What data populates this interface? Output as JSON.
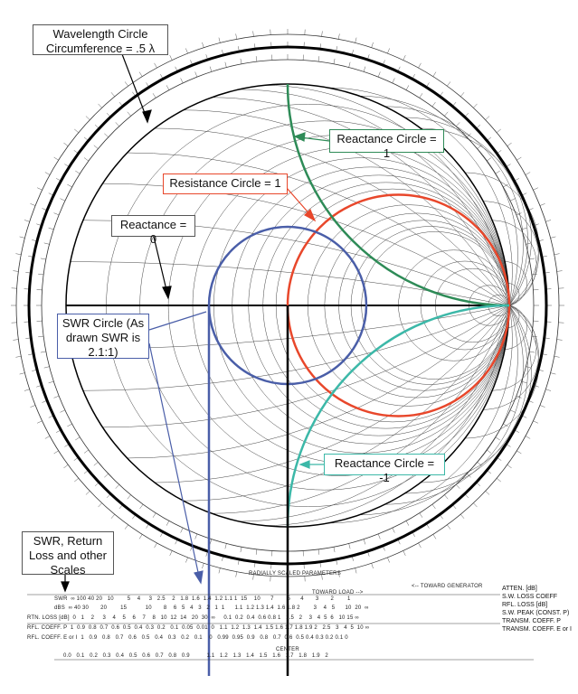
{
  "callouts": {
    "wavelength": "Wavelength Circle Circumference = .5 λ",
    "resistance": "Resistance Circle = 1",
    "reactance_zero": "Reactance = 0",
    "reactance_pos": "Reactance Circle = 1",
    "swr": "SWR Circle (As drawn SWR is 2.1:1)",
    "reactance_neg": "Reactance Circle = -1",
    "scales": "SWR, Return Loss and other Scales"
  },
  "colors": {
    "resistance": "#e8472b",
    "reactance_pos": "#2e8b57",
    "reactance_neg": "#3cb8a8",
    "swr": "#4a5ea8"
  },
  "swr_value": 2.1,
  "bottom": {
    "title": "RADIALLY SCALED PARAMETERS",
    "toward_load": "TOWARD LOAD -->",
    "toward_generator": "<-- TOWARD GENERATOR",
    "center": "CENTER",
    "rows": [
      "SWR  ∞ 100 40 20   10        5    4     3   2.5    2   1.8  1.6  1.4  1.2 1.1 1  15    10      7        5      4       3       2        1",
      "dBS  ∞ 40 30       20        15           10       8    6   5   4   3   2   1  1      1.1  1.2 1.3 1.4  1.6 1.8 2        3    4   5      10  20  ∞",
      "RTN. LOSS [dB]  0   1    2     3    4    5    6    7    8   10  12  14   20  30  ∞     0.1  0.2  0.4  0.6 0.8 1   1.5   2    3   4  5  6   10 15 ∞",
      "RFL. COEFF. P  1  0.9  0.8  0.7  0.6  0.5  0.4  0.3  0.2   0.1  0.05  0.01  0   1.1  1.2  1.3  1.4  1.5 1.6 1.7 1.8 1.9 2   2.5   3   4  5  10 ∞",
      "RFL. COEFF. E or I  1   0.9   0.8   0.7   0.6   0.5   0.4   0.3   0.2   0.1    0   0.99  0.95  0.9   0.8   0.7  0.6  0.5 0.4 0.3 0.2 0.1 0",
      "0.0   0.1   0.2   0.3   0.4   0.5   0.6   0.7   0.8   0.9          1.1   1.2   1.3   1.4   1.5   1.6   1.7   1.8   1.9   2"
    ],
    "right_labels": [
      "ATTEN. [dB]",
      "S.W. LOSS COEFF",
      "RFL. LOSS [dB]",
      "S.W. PEAK (CONST. P)",
      "TRANSM. COEFF. P",
      "TRANSM. COEFF. E or I"
    ]
  }
}
